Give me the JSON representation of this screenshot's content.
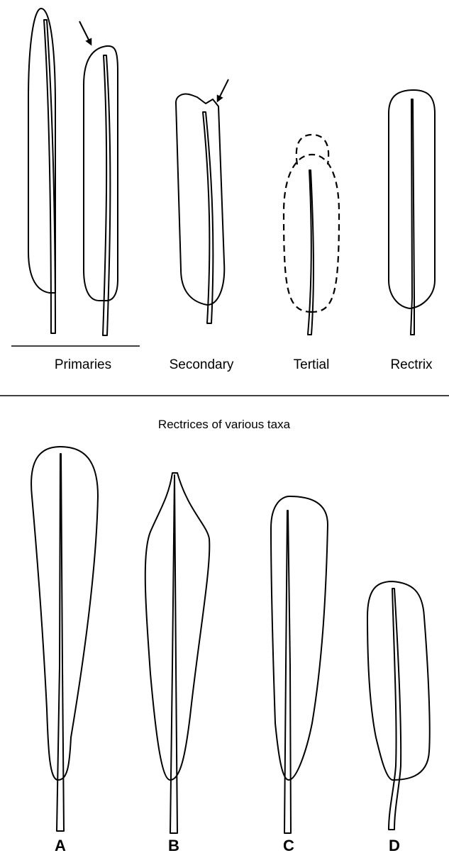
{
  "top_panel": {
    "group_label": "Primaries",
    "labels": [
      "Secondary",
      "Tertial",
      "Rectrix"
    ]
  },
  "bottom_panel": {
    "title": "Rectrices of various taxa",
    "letters": [
      "A",
      "B",
      "C",
      "D"
    ]
  }
}
